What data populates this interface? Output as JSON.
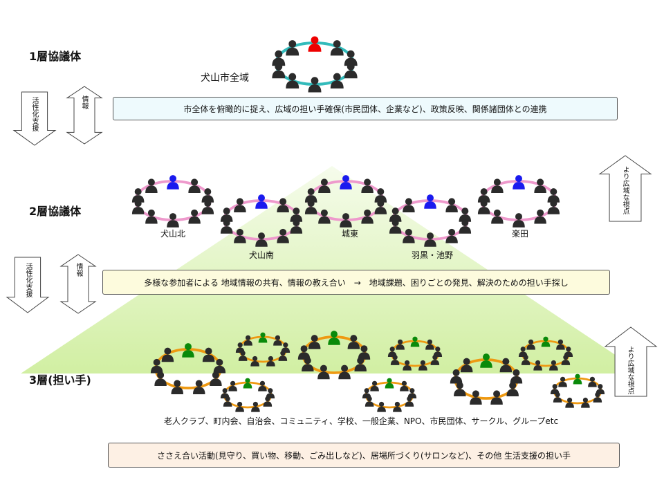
{
  "colors": {
    "leader_layer1": "#ee0000",
    "leader_layer2": "#1a1aee",
    "leader_layer3": "#0a8a0a",
    "ring_layer1": "#33bbbb",
    "ring_layer2": "#ee99cc",
    "ring_layer3": "#ee9911",
    "member": "#2b2b2b",
    "box1_bg": "#eefafd",
    "box2_bg": "#fdfbdd",
    "box3_bg": "#fdf0e4",
    "pyramid": "#d6f2a8"
  },
  "layer1": {
    "title": "1層協議体",
    "area_label": "犬山市全域",
    "box_text": "市全体を俯瞰的に捉え、広域の担い手確保(市民団体、企業など)、政策反映、関係諸団体との連携"
  },
  "layer2": {
    "title": "2層協議体",
    "districts": [
      "犬山北",
      "犬山南",
      "城東",
      "羽黒・池野",
      "楽田"
    ],
    "box_text": "多様な参加者による 地域情報の共有、情報の教え合い　→　地域課題、困りごとの発見、解決のための担い手探し"
  },
  "layer3": {
    "title": "3層(担い手)",
    "groups_text": "老人クラブ、町内会、自治会、コミュニティ、学校、一般企業、NPO、市民団体、サークル、グループetc",
    "box_text": "ささえ合い活動(見守り、買い物、移動、ごみ出しなど)、居場所づくり(サロンなど)、その他 生活支援の担い手"
  },
  "arrows": {
    "support": "活性化支援",
    "info": "情報",
    "wider_view": "より広域な視点"
  }
}
